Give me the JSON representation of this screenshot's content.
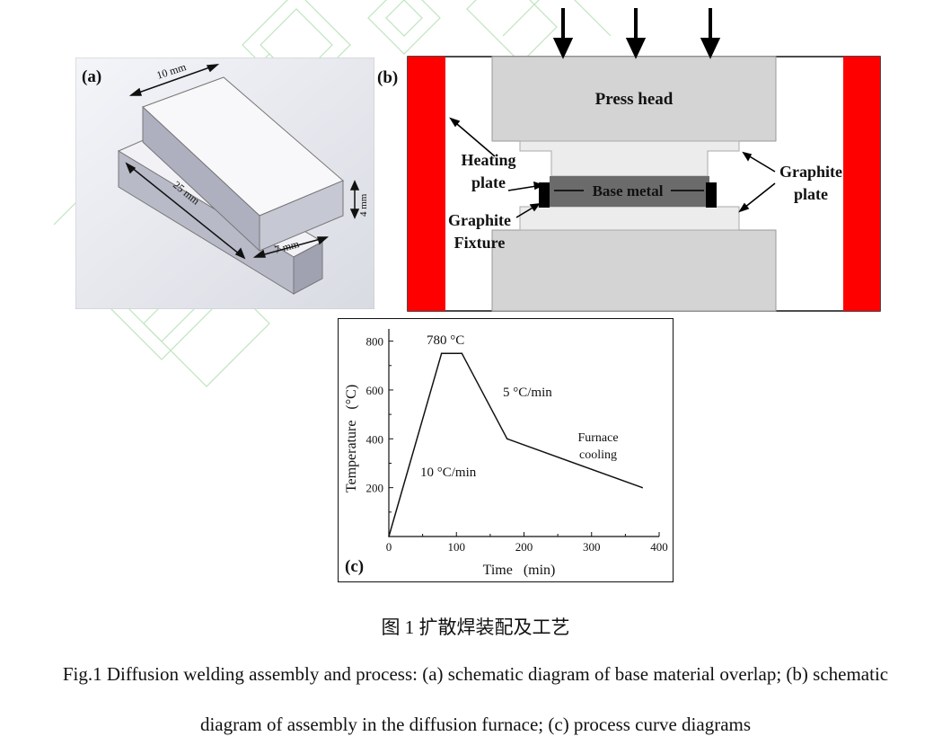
{
  "panel_a": {
    "label": "(a)",
    "dim_top": "10 mm",
    "dim_long": "25 mm",
    "dim_height": "4 mm",
    "dim_overlap": "7 mm"
  },
  "panel_b": {
    "label": "(b)",
    "press_head": "Press head",
    "heating_plate_1": "Heating",
    "heating_plate_2": "plate",
    "base_metal": "Base metal",
    "graphite_plate_1": "Graphite",
    "graphite_plate_2": "plate",
    "fixture_1": "Graphite",
    "fixture_2": "Fixture",
    "colors": {
      "heater": "#ff0000",
      "press": "#d4d4d4",
      "graphite_plate": "#ececec",
      "base_metal": "#6b6b6b",
      "fixture": "#000000"
    }
  },
  "panel_c": {
    "label": "(c)",
    "annotation_peak": "780 °C",
    "annotation_cool_rate": "5 °C/min",
    "annotation_heat_rate": "10 °C/min",
    "annotation_furnace_1": "Furnace",
    "annotation_furnace_2": "cooling"
  },
  "chart_data": {
    "type": "line",
    "xlabel": "Time   (min)",
    "ylabel": "Temperature   (°C)",
    "xlim": [
      0,
      400
    ],
    "ylim": [
      0,
      850
    ],
    "x_ticks": [
      "0",
      "100",
      "200",
      "300",
      "400"
    ],
    "y_ticks": [
      "200",
      "400",
      "600",
      "800"
    ],
    "grid": false,
    "series": [
      {
        "x": [
          0,
          78,
          108,
          175,
          375
        ],
        "y": [
          0,
          750,
          750,
          400,
          200
        ]
      }
    ]
  },
  "caption_cn": "图 1  扩散焊装配及工艺",
  "caption_en_1": "Fig.1 Diffusion welding assembly and process: (a) schematic diagram of base material overlap; (b) schematic",
  "caption_en_2": "diagram of assembly in the diffusion furnace; (c) process curve diagrams"
}
